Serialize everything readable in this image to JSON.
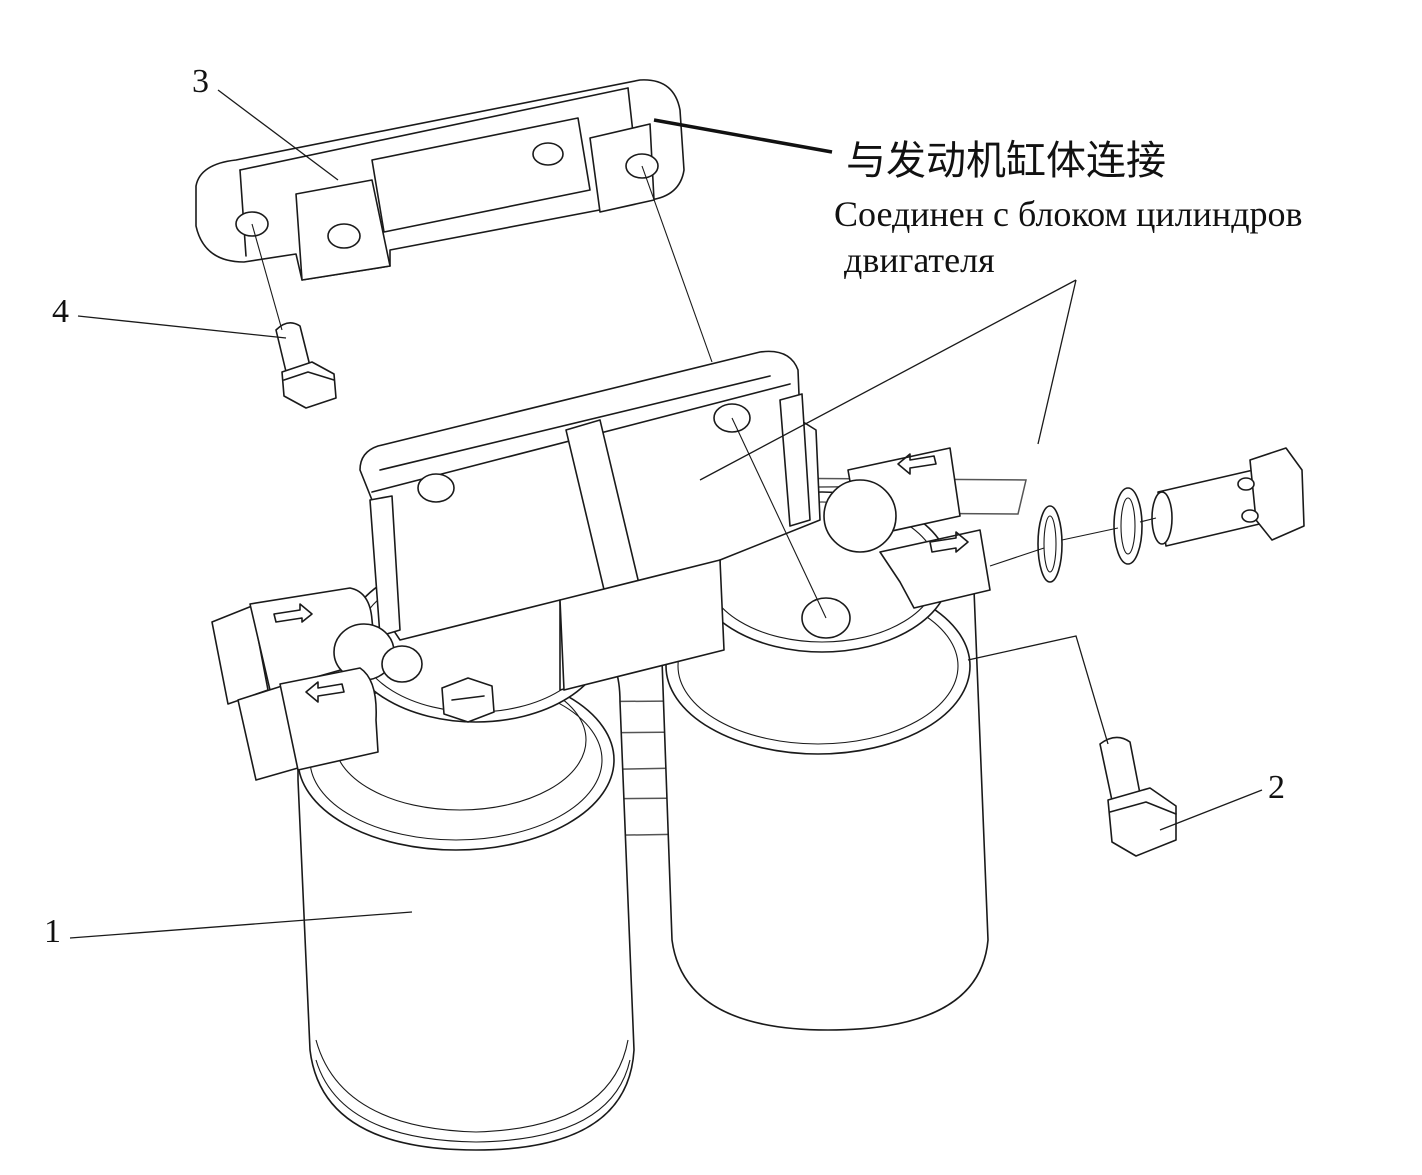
{
  "callouts": {
    "part_1": "1",
    "part_2": "2",
    "part_3": "3",
    "part_4": "4"
  },
  "note": {
    "chinese": "与发动机缸体连接",
    "russian_line1": "Соединен с блоком цилиндров",
    "russian_line2": "двигателя"
  },
  "colors": {
    "line": "#1a1a1a",
    "background": "#ffffff",
    "watermark": "#555555"
  },
  "icons": [
    "arrow-left-icon",
    "arrow-right-icon"
  ]
}
